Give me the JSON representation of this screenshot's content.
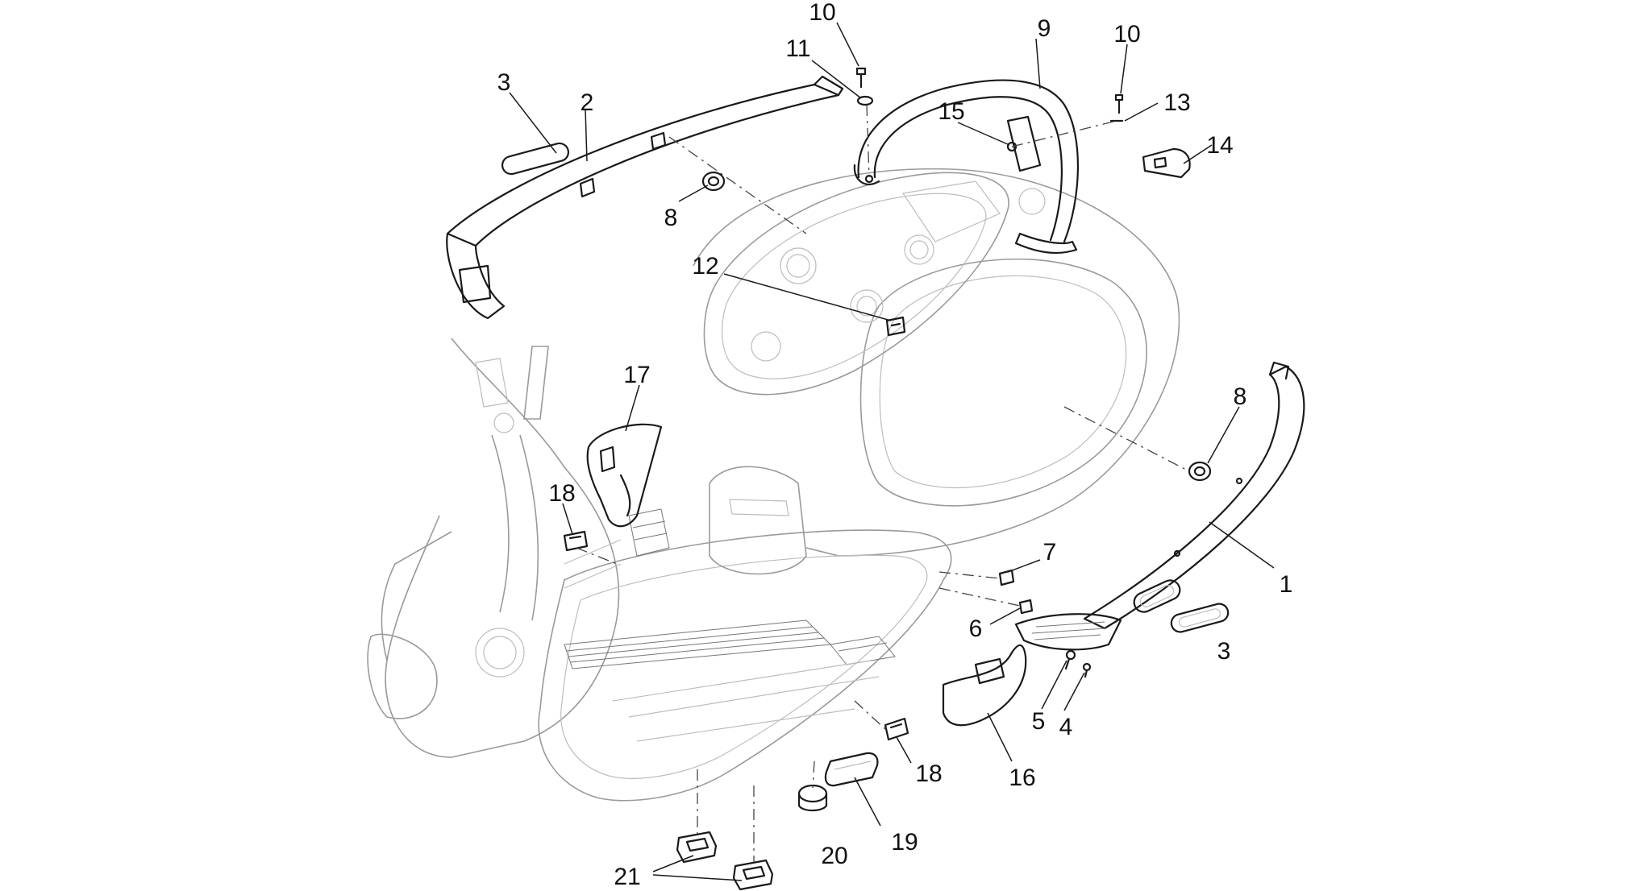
{
  "callouts": [
    {
      "id": "c10a",
      "label": "10"
    },
    {
      "id": "c11",
      "label": "11"
    },
    {
      "id": "c9",
      "label": "9"
    },
    {
      "id": "c10b",
      "label": "10"
    },
    {
      "id": "c13",
      "label": "13"
    },
    {
      "id": "c3a",
      "label": "3"
    },
    {
      "id": "c2",
      "label": "2"
    },
    {
      "id": "c15",
      "label": "15"
    },
    {
      "id": "c14",
      "label": "14"
    },
    {
      "id": "c8a",
      "label": "8"
    },
    {
      "id": "c12",
      "label": "12"
    },
    {
      "id": "c17",
      "label": "17"
    },
    {
      "id": "c8b",
      "label": "8"
    },
    {
      "id": "c18a",
      "label": "18"
    },
    {
      "id": "c7",
      "label": "7"
    },
    {
      "id": "c1",
      "label": "1"
    },
    {
      "id": "c6",
      "label": "6"
    },
    {
      "id": "c3b",
      "label": "3"
    },
    {
      "id": "c5",
      "label": "5"
    },
    {
      "id": "c4",
      "label": "4"
    },
    {
      "id": "c16",
      "label": "16"
    },
    {
      "id": "c18b",
      "label": "18"
    },
    {
      "id": "c19",
      "label": "19"
    },
    {
      "id": "c20",
      "label": "20"
    },
    {
      "id": "c21",
      "label": "21"
    }
  ]
}
